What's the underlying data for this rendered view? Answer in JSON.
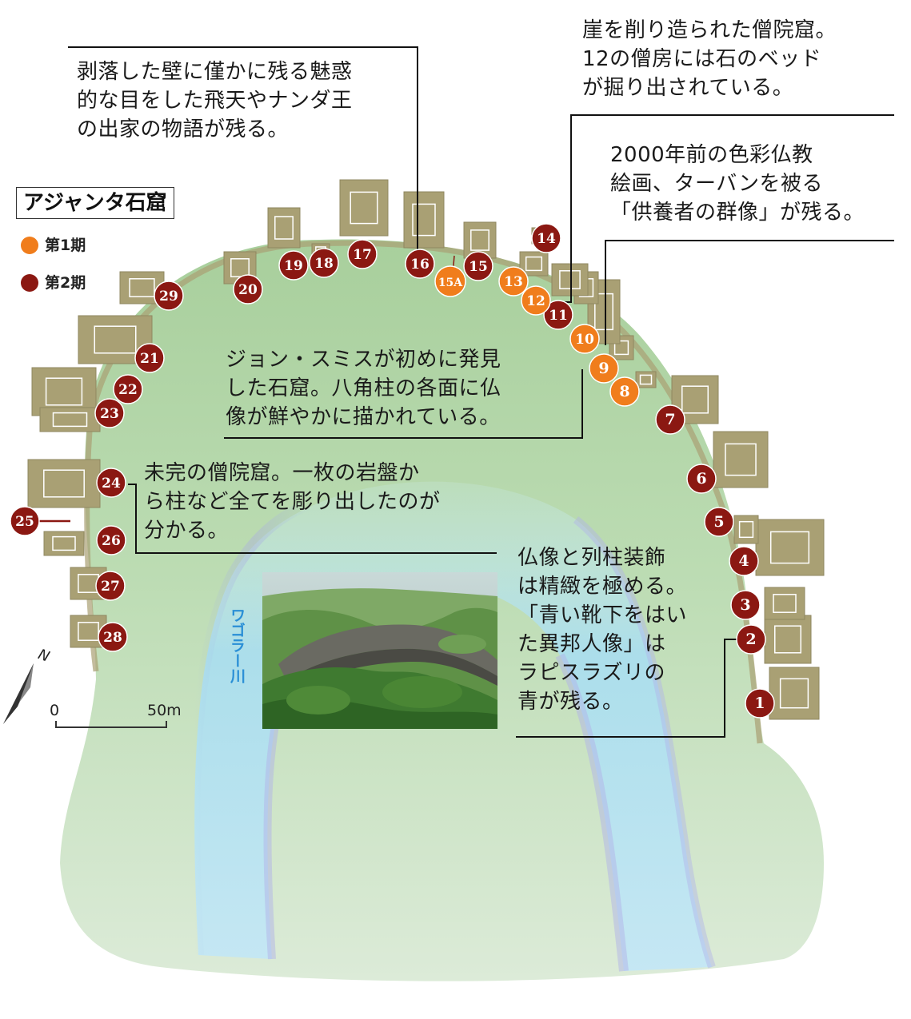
{
  "title": "アジャンタ石窟",
  "legend": [
    {
      "label": "第1期",
      "color": "#f07d1c"
    },
    {
      "label": "第2期",
      "color": "#8b1812"
    }
  ],
  "colors": {
    "phase1": "#f07d1c",
    "phase2": "#8b1812",
    "cave_plan": "#a9a074",
    "ground": "#b9d8ae",
    "river": "#aee0ef"
  },
  "river_label": "ワゴラー川",
  "scale": {
    "zero": "0",
    "end": "50m"
  },
  "north_label": "N",
  "caves": [
    {
      "label": "1",
      "phase": 2
    },
    {
      "label": "2",
      "phase": 2
    },
    {
      "label": "3",
      "phase": 2
    },
    {
      "label": "4",
      "phase": 2
    },
    {
      "label": "5",
      "phase": 2
    },
    {
      "label": "6",
      "phase": 2
    },
    {
      "label": "7",
      "phase": 2
    },
    {
      "label": "8",
      "phase": 1
    },
    {
      "label": "9",
      "phase": 1
    },
    {
      "label": "10",
      "phase": 1
    },
    {
      "label": "11",
      "phase": 2
    },
    {
      "label": "12",
      "phase": 1
    },
    {
      "label": "13",
      "phase": 1
    },
    {
      "label": "14",
      "phase": 2
    },
    {
      "label": "15",
      "phase": 2
    },
    {
      "label": "15A",
      "phase": 1
    },
    {
      "label": "16",
      "phase": 2
    },
    {
      "label": "17",
      "phase": 2
    },
    {
      "label": "18",
      "phase": 2
    },
    {
      "label": "19",
      "phase": 2
    },
    {
      "label": "20",
      "phase": 2
    },
    {
      "label": "21",
      "phase": 2
    },
    {
      "label": "22",
      "phase": 2
    },
    {
      "label": "23",
      "phase": 2
    },
    {
      "label": "24",
      "phase": 2
    },
    {
      "label": "25",
      "phase": 2
    },
    {
      "label": "26",
      "phase": 2
    },
    {
      "label": "27",
      "phase": 2
    },
    {
      "label": "28",
      "phase": 2
    },
    {
      "label": "29",
      "phase": 2
    }
  ],
  "annotations": {
    "cave16": "剥落した壁に僅かに残る魅惑\n的な目をした飛天やナンダ王\nの出家の物語が残る。",
    "cave12": "崖を削り造られた僧院窟。\n12の僧房には石のベッド\nが掘り出されている。",
    "cave9": "2000年前の色彩仏教\n絵画、ターバンを被る\n「供養者の群像」が残る。",
    "cave10": "ジョン・スミスが初めに発見\nした石窟。八角柱の各面に仏\n像が鮮やかに描かれている。",
    "cave24": "未完の僧院窟。一枚の岩盤か\nら柱など全てを彫り出したのが\n分かる。",
    "cave2": "仏像と列柱装飾\nは精緻を極める。\n「青い靴下をはい\nた異邦人像」は\nラピスラズリの\n青が残る。"
  }
}
